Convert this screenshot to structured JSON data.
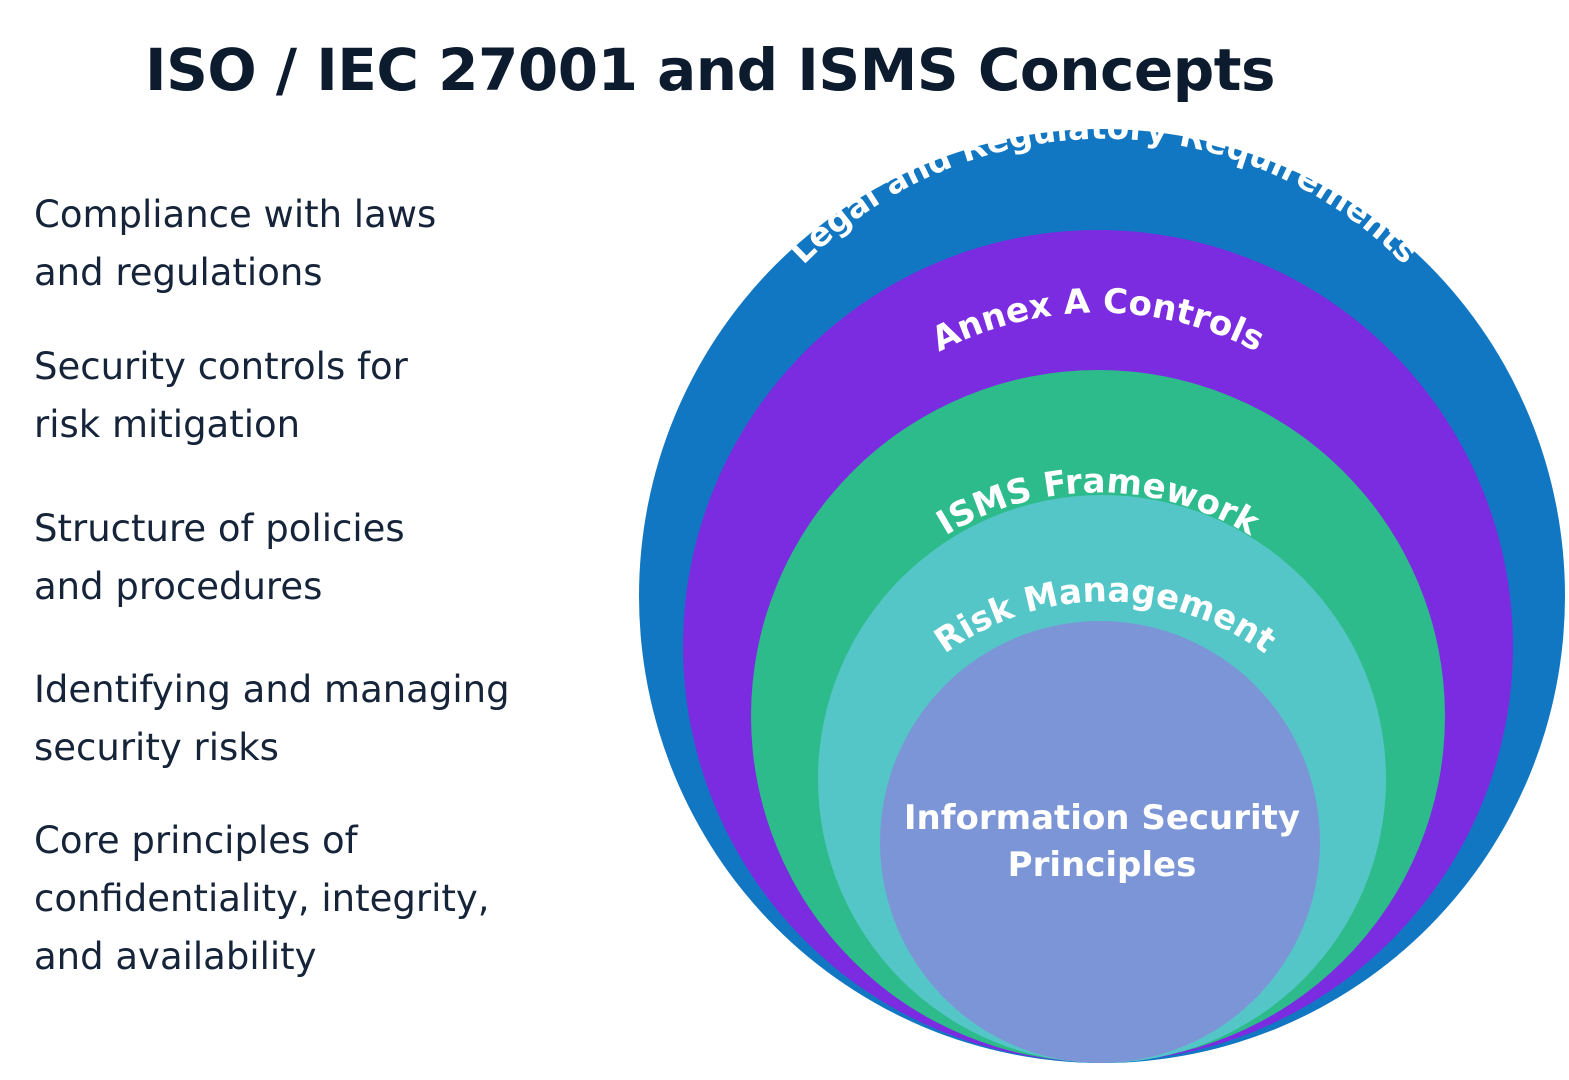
{
  "title": "ISO / IEC 27001 and ISMS Concepts",
  "concepts": [
    {
      "text": "Compliance with laws\nand regulations"
    },
    {
      "text": "Security controls for\nrisk mitigation"
    },
    {
      "text": "Structure of policies\nand procedures"
    },
    {
      "text": "Identifying and managing\nsecurity risks"
    },
    {
      "text": "Core principles of\nconfidentiality, integrity,\nand availability"
    }
  ],
  "layers": {
    "legal": {
      "label": "Legal and Regulatory Requirements",
      "color": "#1277c2"
    },
    "annex": {
      "label": "Annex A Controls",
      "color": "#7b2be0"
    },
    "isms": {
      "label": "ISMS Framework",
      "color": "#2dbb8b"
    },
    "risk": {
      "label": "Risk Management",
      "color": "#55c6c8"
    },
    "core": {
      "label_line1": "Information Security",
      "label_line2": "Principles",
      "color": "#7b95d6"
    }
  }
}
